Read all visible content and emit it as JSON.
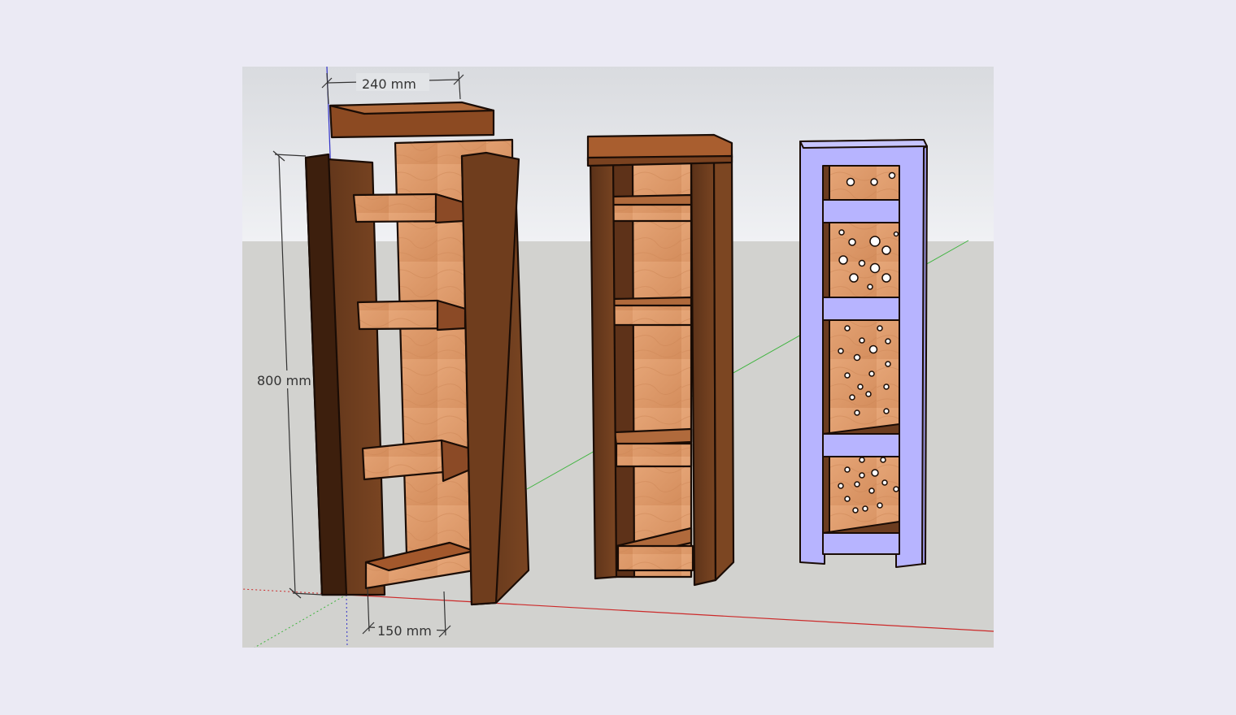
{
  "dimensions": {
    "width_label": "240 mm",
    "height_label": "800 mm",
    "depth_label": "150 mm"
  },
  "colors": {
    "sky_top": "#dcdee2",
    "sky_bottom": "#eef0f3",
    "ground": "#d2d2cf",
    "dark_wood": "#6b3c1f",
    "dark_wood_top": "#a9602f",
    "light_wood": "#dd9a6a",
    "light_wood_face": "#e8ad7e",
    "painted_frame": "#b7b4ff",
    "axis_red": "#cc2a2a",
    "axis_green": "#3fb43f",
    "axis_blue": "#3030c8"
  }
}
